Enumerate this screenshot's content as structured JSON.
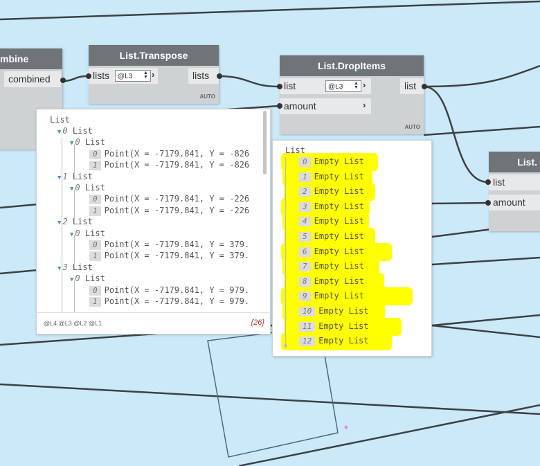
{
  "colors": {
    "canvas": "#cce9f8",
    "node_header": "#6f7479",
    "node_body": "#cfd2d3",
    "highlight": "#ffff00",
    "wire": "#3b4145"
  },
  "combine_node": {
    "title": "mbine",
    "output": "combined"
  },
  "transpose_node": {
    "title": "List.Transpose",
    "input": "lists",
    "output": "lists",
    "lacing": "@L3",
    "footer": "AUTO"
  },
  "dropitems_node": {
    "title": "List.DropItems",
    "input_list": "list",
    "input_amount": "amount",
    "output": "list",
    "lacing": "@L3",
    "footer": "AUTO"
  },
  "right_node": {
    "title": "List.",
    "input_list": "list",
    "input_amount": "amount"
  },
  "preview_left": {
    "header": "List",
    "lines": [
      {
        "text": "List",
        "label": "0",
        "level": 1,
        "type": "list"
      },
      {
        "text": "List",
        "label": "0",
        "level": 2,
        "type": "list"
      },
      {
        "text": "Point(X = -7179.841, Y = -826",
        "label": "0",
        "level": 3,
        "type": "item"
      },
      {
        "text": "Point(X = -7179.841, Y = -826",
        "label": "1",
        "level": 3,
        "type": "item"
      },
      {
        "text": "List",
        "label": "1",
        "level": 1,
        "type": "list"
      },
      {
        "text": "List",
        "label": "0",
        "level": 2,
        "type": "list"
      },
      {
        "text": "Point(X = -7179.841, Y = -226",
        "label": "0",
        "level": 3,
        "type": "item"
      },
      {
        "text": "Point(X = -7179.841, Y = -226",
        "label": "1",
        "level": 3,
        "type": "item"
      },
      {
        "text": "List",
        "label": "2",
        "level": 1,
        "type": "list"
      },
      {
        "text": "List",
        "label": "0",
        "level": 2,
        "type": "list"
      },
      {
        "text": "Point(X = -7179.841, Y = 379.",
        "label": "0",
        "level": 3,
        "type": "item"
      },
      {
        "text": "Point(X = -7179.841, Y = 379.",
        "label": "1",
        "level": 3,
        "type": "item"
      },
      {
        "text": "List",
        "label": "3",
        "level": 1,
        "type": "list"
      },
      {
        "text": "List",
        "label": "0",
        "level": 2,
        "type": "list"
      },
      {
        "text": "Point(X = -7179.841, Y = 979.",
        "label": "0",
        "level": 3,
        "type": "item"
      },
      {
        "text": "Point(X = -7179.841, Y = 979.",
        "label": "1",
        "level": 3,
        "type": "item"
      }
    ],
    "levels": "@L4 @L3 @L2 @L1",
    "count": "{26}"
  },
  "preview_right": {
    "header": "List",
    "items": [
      {
        "label": "0",
        "text": "Empty List"
      },
      {
        "label": "1",
        "text": "Empty List"
      },
      {
        "label": "2",
        "text": "Empty List"
      },
      {
        "label": "3",
        "text": "Empty List"
      },
      {
        "label": "4",
        "text": "Empty List"
      },
      {
        "label": "5",
        "text": "Empty List"
      },
      {
        "label": "6",
        "text": "Empty List"
      },
      {
        "label": "7",
        "text": "Empty List"
      },
      {
        "label": "8",
        "text": "Empty List"
      },
      {
        "label": "9",
        "text": "Empty List"
      },
      {
        "label": "10",
        "text": "Empty List"
      },
      {
        "label": "11",
        "text": "Empty List"
      },
      {
        "label": "12",
        "text": "Empty List"
      }
    ]
  }
}
